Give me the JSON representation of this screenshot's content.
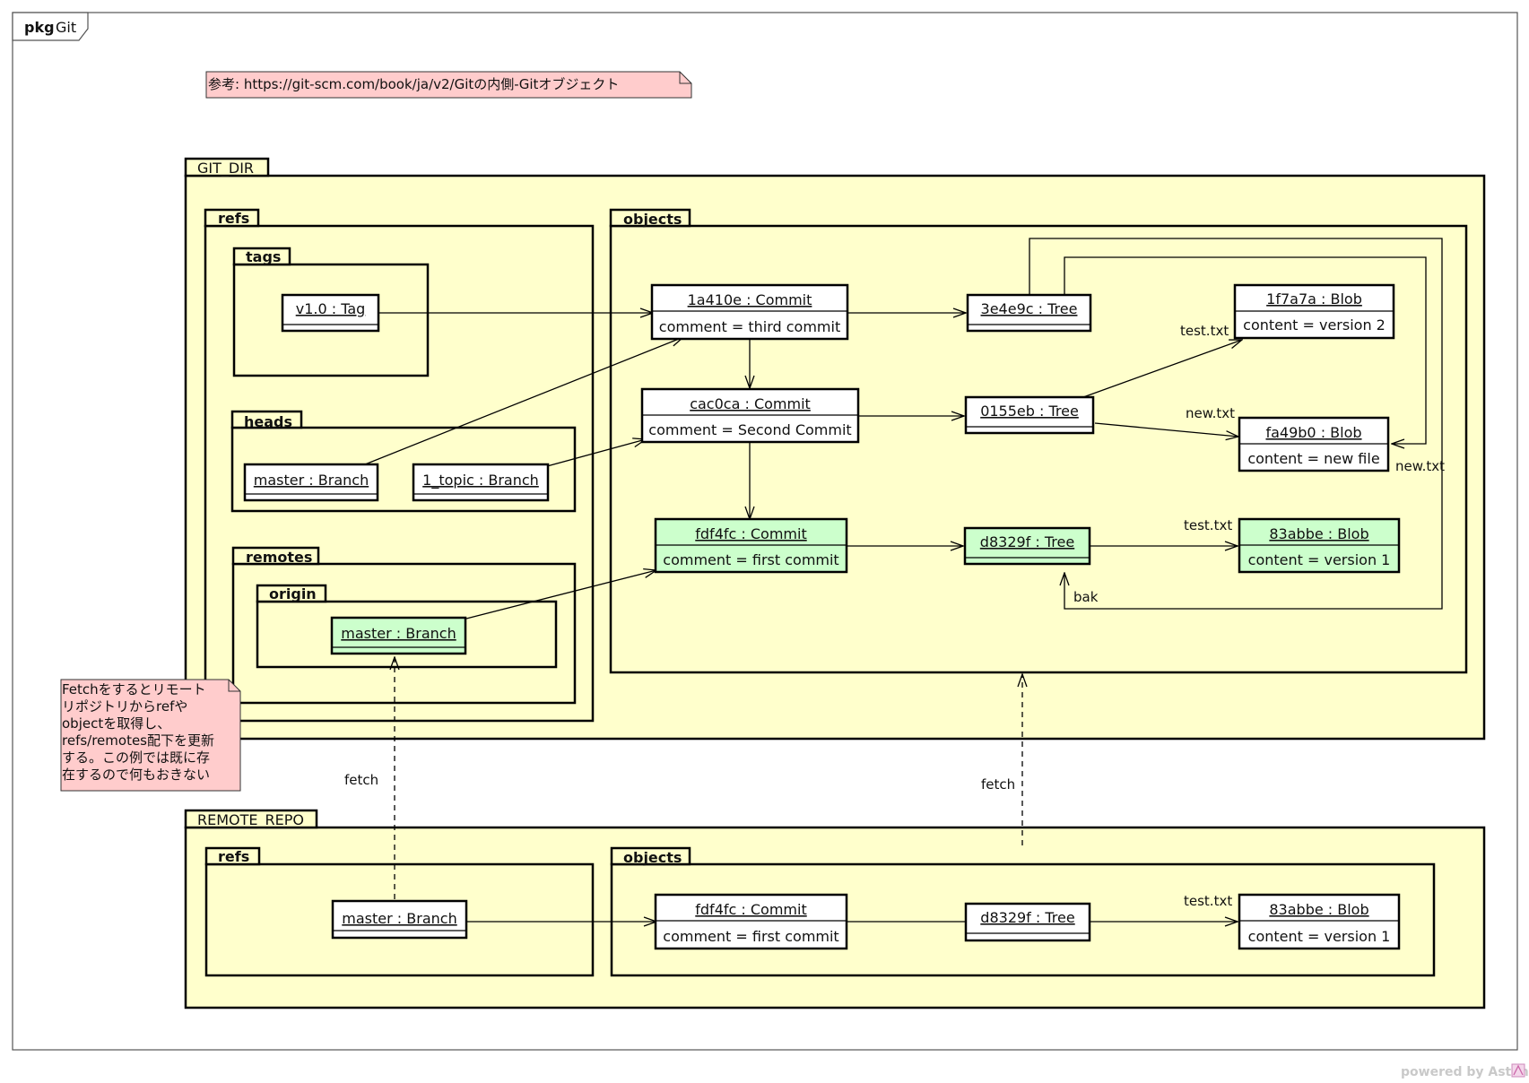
{
  "frame": {
    "kind": "pkg",
    "name": "Git"
  },
  "reference_note": "参考: https://git-scm.com/book/ja/v2/Gitの内側-Gitオブジェクト",
  "fetch_note": {
    "lines": [
      "Fetchをするとリモート",
      "リポジトリからrefや",
      "objectを取得し、",
      "refs/remotes配下を更新",
      "する。この例では既に存",
      "在するので何もおきない"
    ]
  },
  "git_dir": {
    "label": "GIT_DIR",
    "refs": {
      "label": "refs",
      "tags": {
        "label": "tags",
        "items": [
          "v1.0 : Tag"
        ]
      },
      "heads": {
        "label": "heads",
        "items": [
          "master : Branch",
          "1_topic : Branch"
        ]
      },
      "remotes": {
        "label": "remotes",
        "origin": {
          "label": "origin",
          "items": [
            "master : Branch"
          ]
        }
      }
    },
    "objects": {
      "label": "objects",
      "commits": [
        {
          "name": "1a410e : Commit",
          "attr": "comment = third commit"
        },
        {
          "name": "cac0ca : Commit",
          "attr": "comment = Second Commit"
        },
        {
          "name": "fdf4fc : Commit",
          "attr": "comment = first commit"
        }
      ],
      "trees": [
        "3e4e9c : Tree",
        "0155eb : Tree",
        "d8329f : Tree"
      ],
      "blobs": [
        {
          "name": "1f7a7a : Blob",
          "attr": "content = version 2"
        },
        {
          "name": "fa49b0 : Blob",
          "attr": "content = new file"
        },
        {
          "name": "83abbe : Blob",
          "attr": "content = version 1"
        }
      ],
      "edge_labels": [
        "test.txt",
        "new.txt",
        "new.txt",
        "test.txt",
        "bak"
      ]
    }
  },
  "remote_repo": {
    "label": "REMOTE_REPO",
    "refs": {
      "label": "refs",
      "items": [
        "master : Branch"
      ]
    },
    "objects": {
      "label": "objects",
      "commit": {
        "name": "fdf4fc : Commit",
        "attr": "comment = first commit"
      },
      "tree": "d8329f : Tree",
      "blob": {
        "name": "83abbe : Blob",
        "attr": "content = version 1"
      },
      "edge_label": "test.txt"
    }
  },
  "fetch_labels": [
    "fetch",
    "fetch"
  ],
  "watermark": "powered by Astah",
  "colors": {
    "package_fill": "#ffffcc",
    "fetched_fill": "#ccffcc",
    "note_fill": "#ffcccc",
    "line": "#000000"
  }
}
